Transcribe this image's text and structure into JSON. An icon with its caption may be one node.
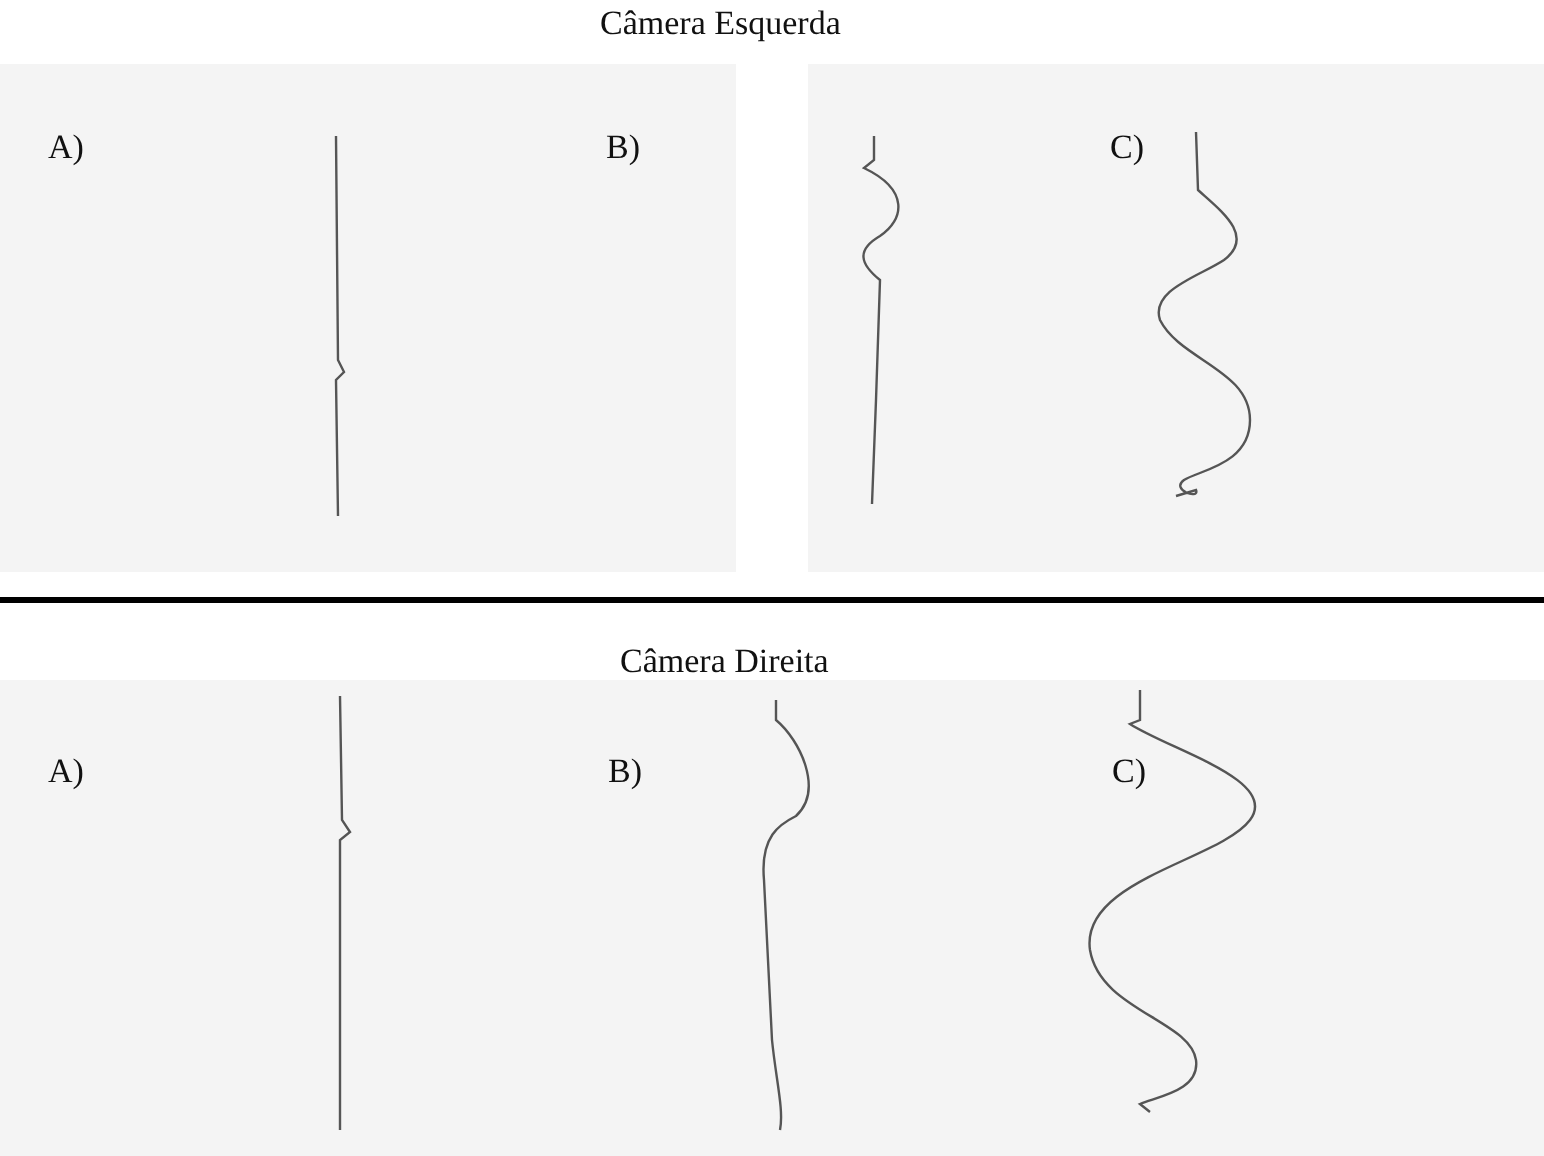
{
  "diagram": {
    "labels": [
      "Câmera Esquerda",
      "A)",
      "B)",
      "C)",
      "Câmera Direita",
      "A)",
      "B)",
      "C)"
    ]
  }
}
